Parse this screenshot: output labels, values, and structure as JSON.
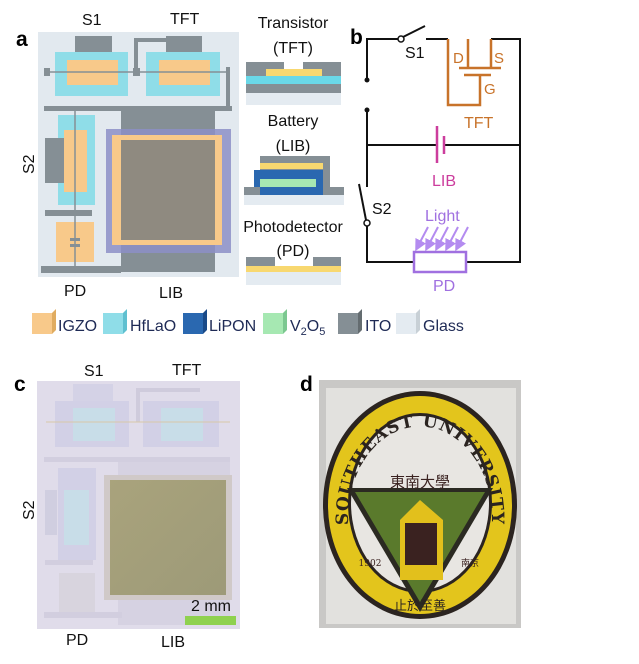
{
  "panels": {
    "a": {
      "label": "a",
      "layout_labels": {
        "s1": "S1",
        "tft": "TFT",
        "s2": "S2",
        "pd": "PD",
        "lib": "LIB"
      },
      "cross_sections": [
        {
          "title": "Transistor",
          "subtitle": "(TFT)"
        },
        {
          "title": "Battery",
          "subtitle": "(LIB)"
        },
        {
          "title": "Photodetector",
          "subtitle": "(PD)"
        }
      ],
      "legend": [
        {
          "name": "IGZO",
          "color": "#f8c98a"
        },
        {
          "name": "HfLaO",
          "color": "#8fdde8"
        },
        {
          "name": "LiPON",
          "color": "#2a68b0"
        },
        {
          "name": "V",
          "sub1": "2",
          "mid": "O",
          "sub2": "5",
          "color": "#a6e8b2"
        },
        {
          "name": "ITO",
          "color": "#858f95"
        },
        {
          "name": "Glass",
          "color": "#e4ebf1"
        }
      ]
    },
    "b": {
      "label": "b",
      "s1": "S1",
      "s2": "S2",
      "d": "D",
      "s": "S",
      "g": "G",
      "tft": "TFT",
      "lib": "LIB",
      "light": "Light",
      "pd": "PD",
      "colors": {
        "wire": "#111111",
        "tft": "#c8732a",
        "lib": "#cc3d9d",
        "pd": "#a070e0"
      }
    },
    "c": {
      "label": "c",
      "s1": "S1",
      "tft": "TFT",
      "s2": "S2",
      "pd": "PD",
      "lib": "LIB",
      "scale_bar": "2 mm",
      "scale_color": "#8fd14f"
    },
    "d": {
      "label": "d",
      "logo_ring_text": "SOUTHEAST UNIVERSITY",
      "logo_chinese": "東南大學",
      "logo_year": "1902",
      "logo_city": "南京",
      "logo_motto": "止於至善"
    }
  }
}
